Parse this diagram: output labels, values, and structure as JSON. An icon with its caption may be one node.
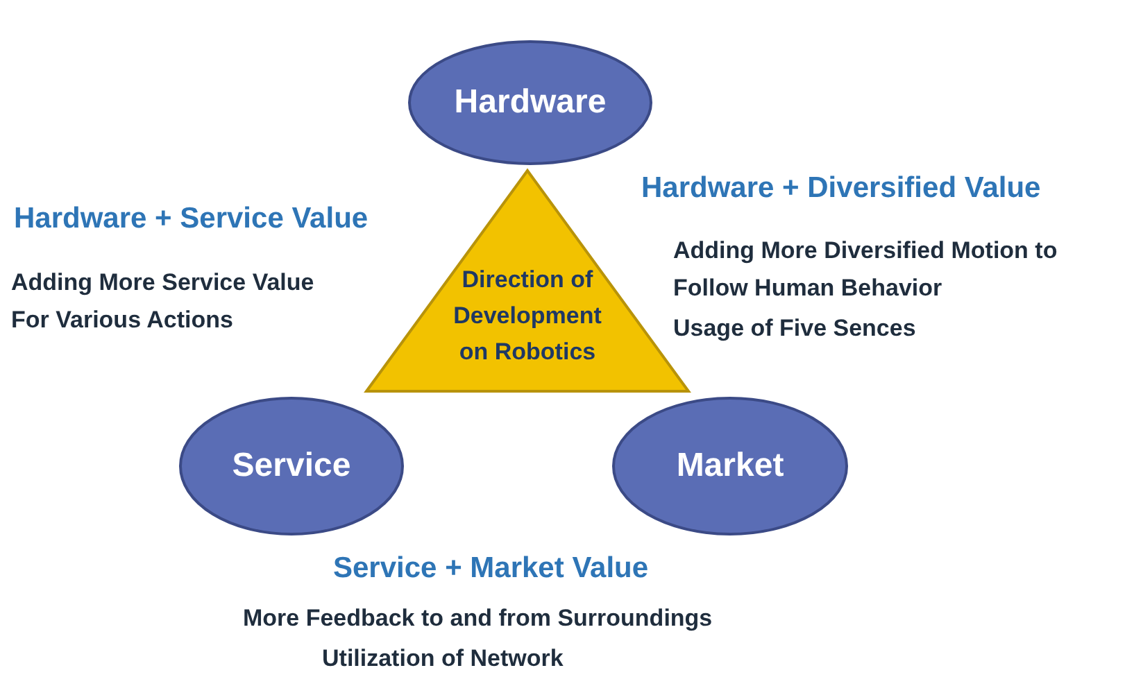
{
  "diagram": {
    "nodes": [
      {
        "text": [
          "Hardware"
        ]
      },
      {
        "text": [
          "Direction of Development on Robotics"
        ]
      },
      {
        "text": [
          "Service"
        ]
      },
      {
        "text": [
          "Market"
        ]
      }
    ],
    "labels": [
      "Hardware + Service Value",
      "Hardware + Diversified Value",
      "Adding More Service Value For Various Actions",
      "Adding More Diversified Motion to Follow Human Behavior",
      "Usage of Five Sences",
      "Service + Market Value",
      "More Feedback to and from Surroundings",
      "Utilization of Network"
    ]
  }
}
